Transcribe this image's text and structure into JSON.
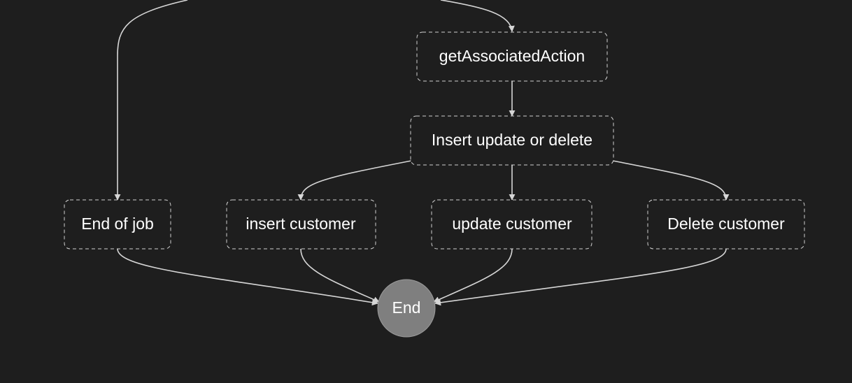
{
  "diagram": {
    "nodes": [
      {
        "id": "getAssociatedAction",
        "label": "getAssociatedAction",
        "shape": "rounded-dashed"
      },
      {
        "id": "insert_update_delete",
        "label": "Insert update or delete",
        "shape": "rounded-dashed"
      },
      {
        "id": "end_of_job",
        "label": "End of job",
        "shape": "rounded-dashed"
      },
      {
        "id": "insert_customer",
        "label": "insert customer",
        "shape": "rounded-dashed"
      },
      {
        "id": "update_customer",
        "label": "update customer",
        "shape": "rounded-dashed"
      },
      {
        "id": "delete_customer",
        "label": "Delete customer",
        "shape": "rounded-dashed"
      },
      {
        "id": "end",
        "label": "End",
        "shape": "circle"
      }
    ],
    "edges": [
      {
        "from": "getAssociatedAction",
        "to": "insert_update_delete"
      },
      {
        "from": "insert_update_delete",
        "to": "insert_customer"
      },
      {
        "from": "insert_update_delete",
        "to": "update_customer"
      },
      {
        "from": "insert_update_delete",
        "to": "delete_customer"
      },
      {
        "from": "end_of_job",
        "to": "end"
      },
      {
        "from": "insert_customer",
        "to": "end"
      },
      {
        "from": "update_customer",
        "to": "end"
      },
      {
        "from": "delete_customer",
        "to": "end"
      }
    ],
    "colors": {
      "background": "#1e1e1e",
      "node_border": "#d0d0d0",
      "node_text": "#ffffff",
      "edge": "#d6d6d6",
      "end_fill": "#7f7f7f"
    }
  }
}
